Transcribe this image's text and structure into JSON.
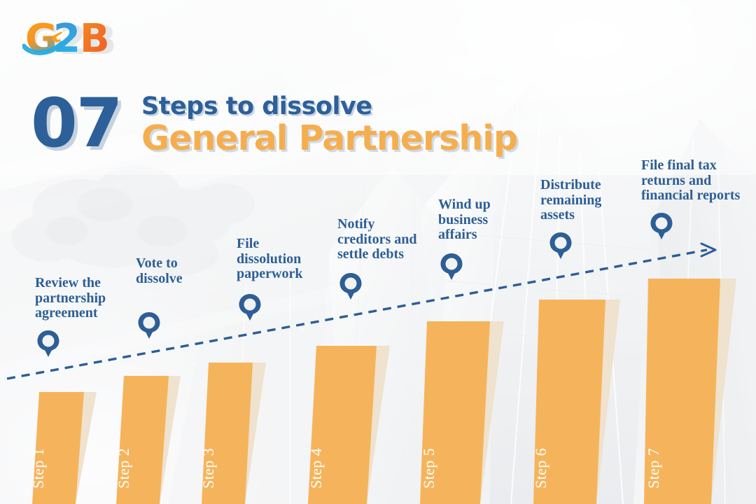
{
  "brand": {
    "logo_text": "G2B",
    "logo_letters": [
      "G",
      "2",
      "B"
    ],
    "colors": {
      "orange": "#F59A24",
      "blue": "#2F9BD8",
      "deep_blue": "#2D6099",
      "bar_orange": "#F5B45C",
      "bar_shadow": "#EFE2CE",
      "text_blue": "#2D5E96",
      "title_orange": "#F5AE4E"
    }
  },
  "headline": {
    "number": "07",
    "line1": "Steps to dissolve",
    "line2": "General Partnership"
  },
  "chart_data": {
    "type": "bar",
    "title": "07 Steps to dissolve General Partnership",
    "categories": [
      "Step 1",
      "Step 2",
      "Step 3",
      "Step 4",
      "Step 5",
      "Step 6",
      "Step 7"
    ],
    "values": [
      1,
      2,
      3,
      4,
      5,
      6,
      7
    ],
    "value_unit": "relative height (ascending)",
    "xlabel": "",
    "ylabel": "",
    "grid": false,
    "legend": false,
    "annotation": "dashed ascending trend arrow from lower-left to upper-right",
    "point_labels": [
      "Review the\npartnership\nagreement",
      "Vote to\ndissolve",
      "File\ndissolution\npaperwork",
      "Notify\ncreditors and\nsettle debts",
      "Wind up\nbusiness\naffairs",
      "Distribute\nremaining\nassets",
      "File final tax\nreturns and\nfinancial reports"
    ]
  },
  "steps": [
    {
      "id": 1,
      "bar_label": "Step 1",
      "caption": "Review the\npartnership\nagreement"
    },
    {
      "id": 2,
      "bar_label": "Step 2",
      "caption": "Vote to\ndissolve"
    },
    {
      "id": 3,
      "bar_label": "Step 3",
      "caption": "File\ndissolution\npaperwork"
    },
    {
      "id": 4,
      "bar_label": "Step 4",
      "caption": "Notify\ncreditors and\nsettle debts"
    },
    {
      "id": 5,
      "bar_label": "Step 5",
      "caption": "Wind up\nbusiness\naffairs"
    },
    {
      "id": 6,
      "bar_label": "Step 6",
      "caption": "Distribute\nremaining\nassets"
    },
    {
      "id": 7,
      "bar_label": "Step 7",
      "caption": "File final tax\nreturns and\nfinancial reports"
    }
  ],
  "icons": {
    "marker": "map-pin-icon",
    "arrow": "trend-arrow-icon",
    "plane": "airplane-icon"
  }
}
